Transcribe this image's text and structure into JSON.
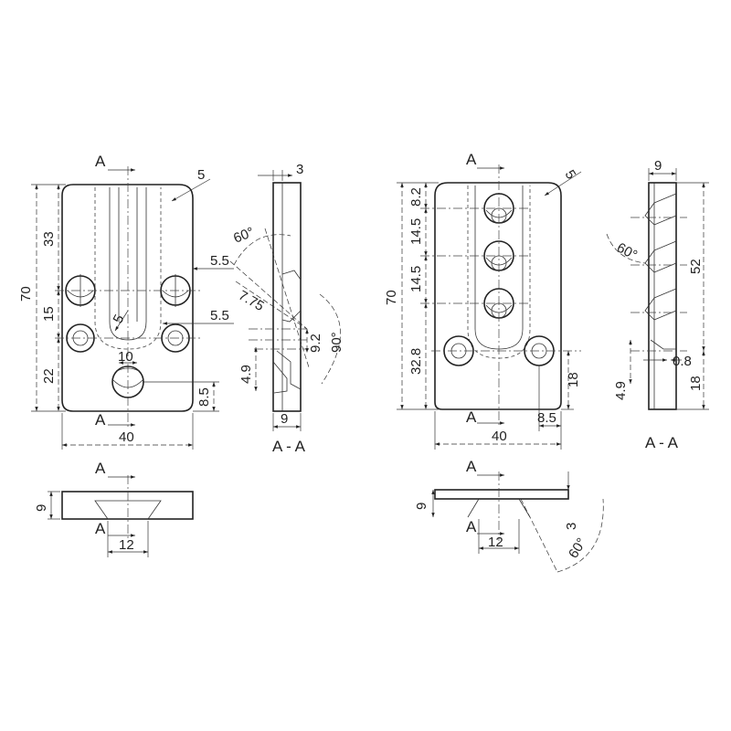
{
  "section_mark": "A",
  "section_title": "A - A",
  "left": {
    "d_r5_top": "5",
    "d_70": "70",
    "d_33": "33",
    "d_15": "15",
    "d_22": "22",
    "d_55_a": "5.5",
    "d_55_b": "5.5",
    "d_r5_slot": "5",
    "d_10": "10",
    "d_85": "8.5",
    "d_40": "40",
    "sec_3": "3",
    "sec_9": "9",
    "sec_60": "60°",
    "sec_775": "7.75",
    "sec_92": "9.2",
    "sec_90": "90°",
    "sec_49": "4.9",
    "bot_9": "9",
    "bot_12": "12"
  },
  "right": {
    "d_r5_top": "5",
    "d_70": "70",
    "d_82": "8.2",
    "d_145_a": "14.5",
    "d_145_b": "14.5",
    "d_328": "32.8",
    "d_18": "18",
    "d_85": "8.5",
    "d_40": "40",
    "sec_9": "9",
    "sec_60": "60°",
    "sec_52": "52",
    "sec_08": "0.8",
    "sec_49": "4.9",
    "sec_18": "18",
    "bot_9": "9",
    "bot_3": "3",
    "bot_12": "12",
    "bot_60": "60°"
  }
}
